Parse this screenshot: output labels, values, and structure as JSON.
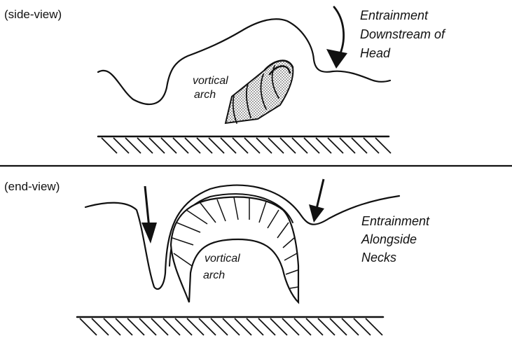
{
  "side_view": {
    "title": "(side-view)",
    "annotation_lines": [
      "Entrainment",
      "Downstream of",
      "Head"
    ],
    "arch_label_lines": [
      "vortical",
      "arch"
    ]
  },
  "end_view": {
    "title": "(end-view)",
    "annotation_lines": [
      "Entrainment",
      "Alongside",
      "Necks"
    ],
    "arch_label_lines": [
      "vortical",
      "arch"
    ]
  }
}
